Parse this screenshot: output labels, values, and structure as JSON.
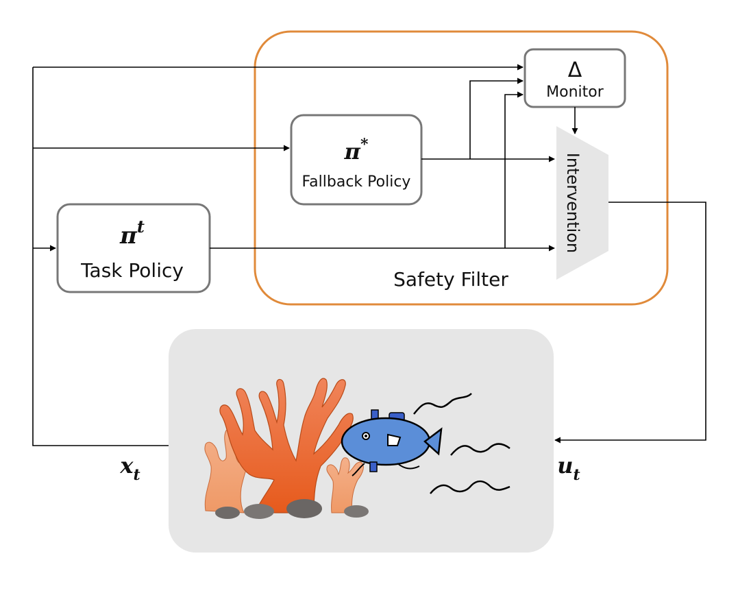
{
  "diagram": {
    "safety_filter": {
      "label": "Safety Filter",
      "border_color": "#e08a3a"
    },
    "monitor": {
      "symbol": "Δ",
      "label": "Monitor"
    },
    "fallback_policy": {
      "symbol": "π",
      "superscript": "*",
      "label": "Fallback Policy"
    },
    "task_policy": {
      "symbol": "π",
      "superscript": "t",
      "label": "Task Policy"
    },
    "intervention": {
      "label": "Intervention"
    },
    "state_signal": {
      "symbol": "x",
      "subscript": "t"
    },
    "control_signal": {
      "symbol": "u",
      "subscript": "t"
    },
    "environment": {
      "background": "#e6e6e6",
      "robot_color": "#5b8ed8",
      "coral_color": "#e8652a"
    },
    "colors": {
      "box_border": "#777777",
      "wire": "#000000",
      "trapezoid": "#e6e6e6"
    }
  }
}
